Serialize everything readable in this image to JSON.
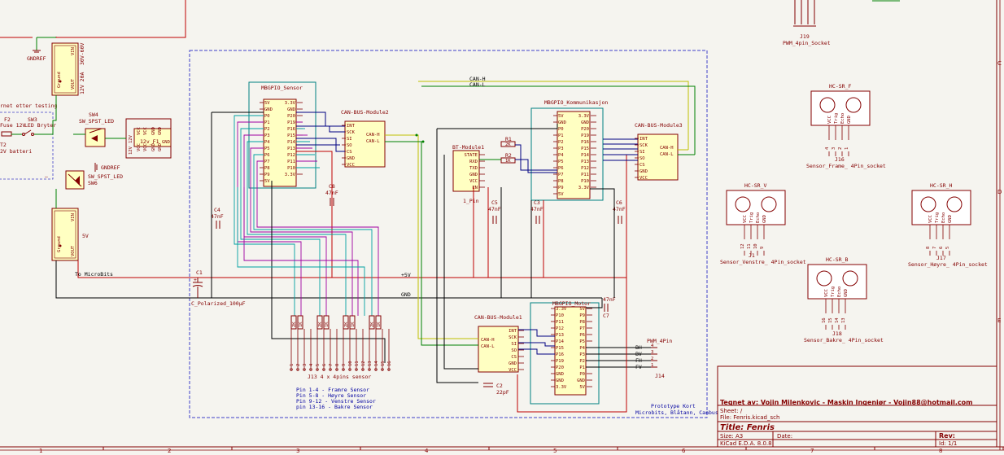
{
  "title_block": {
    "author": "Tegnet av: Vojin Milenkovic - Maskin Ingeniør - Vojin88@hotmail.com",
    "sheet": "Sheet: /",
    "file": "File: Fenris.kicad_sch",
    "title": "Title: Fenris",
    "size": "Size: A3",
    "date": "Date:",
    "rev": "Rev:",
    "tool": "KiCad E.D.A. 8.0.8",
    "id": "Id: 1/1"
  },
  "border": {
    "columns": [
      "1",
      "2",
      "3",
      "4",
      "5",
      "6",
      "7",
      "8"
    ],
    "rows": [
      "C",
      "D",
      "E"
    ]
  },
  "nets": {
    "can_h": "CAN-H",
    "can_l": "CAN-L",
    "plus5": "+5V",
    "gnd": "GND",
    "gndref": "GNDREF",
    "to_microbits": "To MicroBits"
  },
  "power": {
    "reg_top_pins": {
      "vin": "VIN",
      "gnd": "Ground",
      "vout": "VOUT",
      "v1": "30V-60V",
      "v2": "12V 20A"
    },
    "reg_bot_pins": {
      "vin": "VIN",
      "gnd": "Ground",
      "vout": "VOUT",
      "v": "5V"
    },
    "fuse": "F2",
    "fuse_val": "Fuse 12V",
    "sw3": "SW3",
    "sw3_val": "LED Bryter",
    "sw4": "SW4",
    "sw4_val": "SW_SPST_LED",
    "sw6": "SW6",
    "sw6_val": "SW_SPST_LED",
    "bat": "T2",
    "bat_val": "2V batteri",
    "left_note": "rnet etter testing",
    "conn_f1": "12v_F1",
    "c1": "C1",
    "c1_val": "C_Polarized_100µF"
  },
  "modules": {
    "sensor": {
      "name": "MBGPIO_Sensor",
      "left": [
        "5V",
        "GND",
        "P0",
        "P1",
        "P2",
        "P3",
        "P4",
        "P5",
        "P6",
        "P7",
        "P8",
        "P9",
        "5V"
      ],
      "right": [
        "3.3V",
        "GND",
        "P20",
        "P19",
        "P16",
        "P15",
        "P14",
        "P13",
        "P12",
        "P11",
        "P10",
        "3.3V"
      ]
    },
    "kom": {
      "name": "MBGPIO_Kommunikasjon",
      "left": [
        "5V",
        "GND",
        "P0",
        "P1",
        "P2",
        "P3",
        "P4",
        "P5",
        "P6",
        "P7",
        "P8",
        "P9",
        "5V"
      ],
      "right": [
        "3.3V",
        "GND",
        "P20",
        "P19",
        "P16",
        "P15",
        "P14",
        "P13",
        "P12",
        "P11",
        "P10",
        "3.3V"
      ]
    },
    "motor": {
      "name": "MBGPIO_Motor",
      "left": [
        "3.3V",
        "P10",
        "P11",
        "P12",
        "P13",
        "P14",
        "P15",
        "P16",
        "P19",
        "P20",
        "GND",
        "GND",
        "3.3V"
      ],
      "right": [
        "5V",
        "P9",
        "P8",
        "P7",
        "P6",
        "P5",
        "P4",
        "P3",
        "P2",
        "P1",
        "P0",
        "GND",
        "5V"
      ]
    },
    "can2": {
      "name": "CAN-BUS-Module2",
      "pins": [
        "INT",
        "SCK",
        "SI",
        "SO",
        "CS",
        "GND",
        "VCC"
      ],
      "out": [
        "CAN-H",
        "CAN-L"
      ]
    },
    "can3": {
      "name": "CAN-BUS-Module3",
      "pins": [
        "INT",
        "SCK",
        "SI",
        "SO",
        "CS",
        "GND",
        "VCC"
      ],
      "out": [
        "CAN-H",
        "CAN-L"
      ]
    },
    "can1": {
      "name": "CAN-BUS-Module1",
      "pins": [
        "INT",
        "SCK",
        "SI",
        "SO",
        "CS",
        "GND",
        "VCC"
      ],
      "out": [
        "CAN-H",
        "CAN-L"
      ]
    },
    "bt": {
      "name": "BT-Module1",
      "pins": [
        "STATE",
        "RXD",
        "TXD",
        "GND",
        "VCC",
        "EN"
      ],
      "ref": "1_Pin"
    }
  },
  "parts": {
    "r1": "R1",
    "r1_val": "2K",
    "r2": "R2",
    "r2_val": "1K",
    "c3": "C3",
    "c4": "C4",
    "c5": "C5",
    "c6": "C6",
    "c7": "C7",
    "c8": "C8",
    "c47": "47nF",
    "c2": "C2",
    "c2_val": "22pF"
  },
  "j13": {
    "ref": "J13 4 x 4pins sensor",
    "pins": [
      "1",
      "2",
      "3",
      "4",
      "5",
      "6",
      "7",
      "8",
      "9",
      "10",
      "11",
      "12",
      "13",
      "14",
      "15",
      "16"
    ],
    "notes": [
      "Pin 1-4 - Framre Sensor",
      "Pin 5-8 - Høyre Sensor",
      "Pin 9-12 - Venstre Sensor",
      "pin 13-16 - Bakre Sensor"
    ],
    "res": [
      "2K",
      "1K"
    ]
  },
  "pwm": {
    "ref": "J14",
    "name": "PWM_4Pin",
    "pins": [
      "BH",
      "BV",
      "FH",
      "FV"
    ],
    "nums": [
      "4",
      "3",
      "2",
      "1"
    ]
  },
  "sensors": [
    {
      "id": "F",
      "name": "HC-SR_F",
      "ref": "J16",
      "val": "Sensor_Frame_ 4Pin_socket",
      "pins": [
        "VCC",
        "Trig",
        "Echo",
        "GND"
      ],
      "nums": [
        "4",
        "3",
        "2",
        "1"
      ]
    },
    {
      "id": "V",
      "name": "HC-SR_V",
      "ref": "J1",
      "val": "Sensor_Venstre_ 4Pin_socket",
      "pins": [
        "VCC",
        "Trig",
        "Echo",
        "GND"
      ],
      "nums": [
        "12",
        "11",
        "10",
        "9"
      ]
    },
    {
      "id": "H",
      "name": "HC-SR_H",
      "ref": "J17",
      "val": "Sensor_Høyre_ 4Pin_socket",
      "pins": [
        "VCC",
        "Trig",
        "Echo",
        "GND"
      ],
      "nums": [
        "8",
        "7",
        "6",
        "5"
      ]
    },
    {
      "id": "B",
      "name": "HC-SR_B",
      "ref": "J18",
      "val": "Sensor_Bakre_ 4Pin_socket",
      "pins": [
        "VCC",
        "Trig",
        "Echo",
        "GND"
      ],
      "nums": [
        "16",
        "15",
        "14",
        "13"
      ]
    }
  ],
  "j19": {
    "ref": "J19",
    "val": "PWM_4pin_Socket"
  },
  "prototype": [
    "Prototype Kort",
    "Microbits, Blåtann, Canbus"
  ]
}
